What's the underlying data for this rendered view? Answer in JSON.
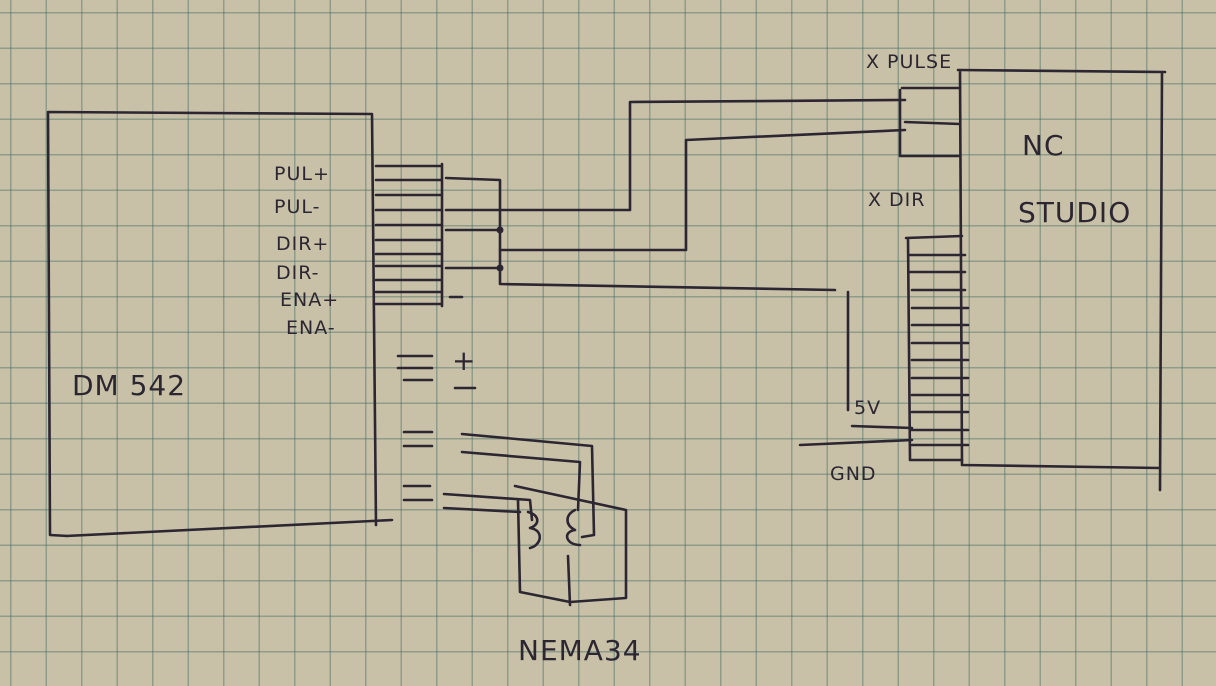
{
  "driver": {
    "name": "DM 542",
    "pins": [
      "PUL+",
      "PUL-",
      "DIR+",
      "DIR-",
      "ENA+",
      "ENA-"
    ],
    "power_plus": "+",
    "power_minus": "-"
  },
  "controller": {
    "name_line1": "NC",
    "name_line2": "STUDIO",
    "x_pulse": "X PULSE",
    "x_dir": "X DIR",
    "v5": "5V",
    "gnd": "GND"
  },
  "motor": {
    "name": "NEMA34"
  },
  "colors": {
    "ink": "#2b2632",
    "paper": "#c9c1a7",
    "grid": "#6e9a8a"
  }
}
